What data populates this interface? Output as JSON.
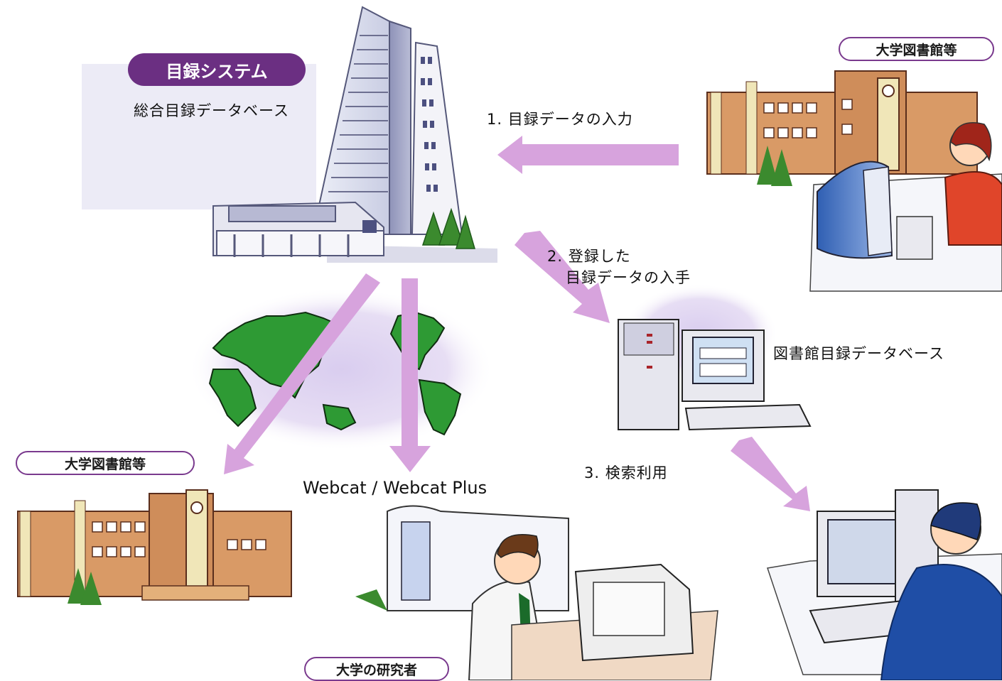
{
  "catalog_system": {
    "badge": "目録システム",
    "subtitle": "総合目録データベース"
  },
  "libraries": {
    "top_right_label": "大学図書館等",
    "bottom_left_label": "大学図書館等"
  },
  "researcher_label": "大学の研究者",
  "local_db_label": "図書館目録データベース",
  "web_service_label": "Webcat / Webcat Plus",
  "steps": {
    "step1": "1. 目録データの入力",
    "step2_line1": "2. 登録した",
    "step2_line2": "目録データの入手",
    "step3": "3. 検索利用"
  },
  "colors": {
    "arrow": "#d7a3dd",
    "badge": "#6b2f82",
    "pill_border": "#7a3a8e",
    "panel": "#ecebf6",
    "glow": "#dcd3ee"
  }
}
